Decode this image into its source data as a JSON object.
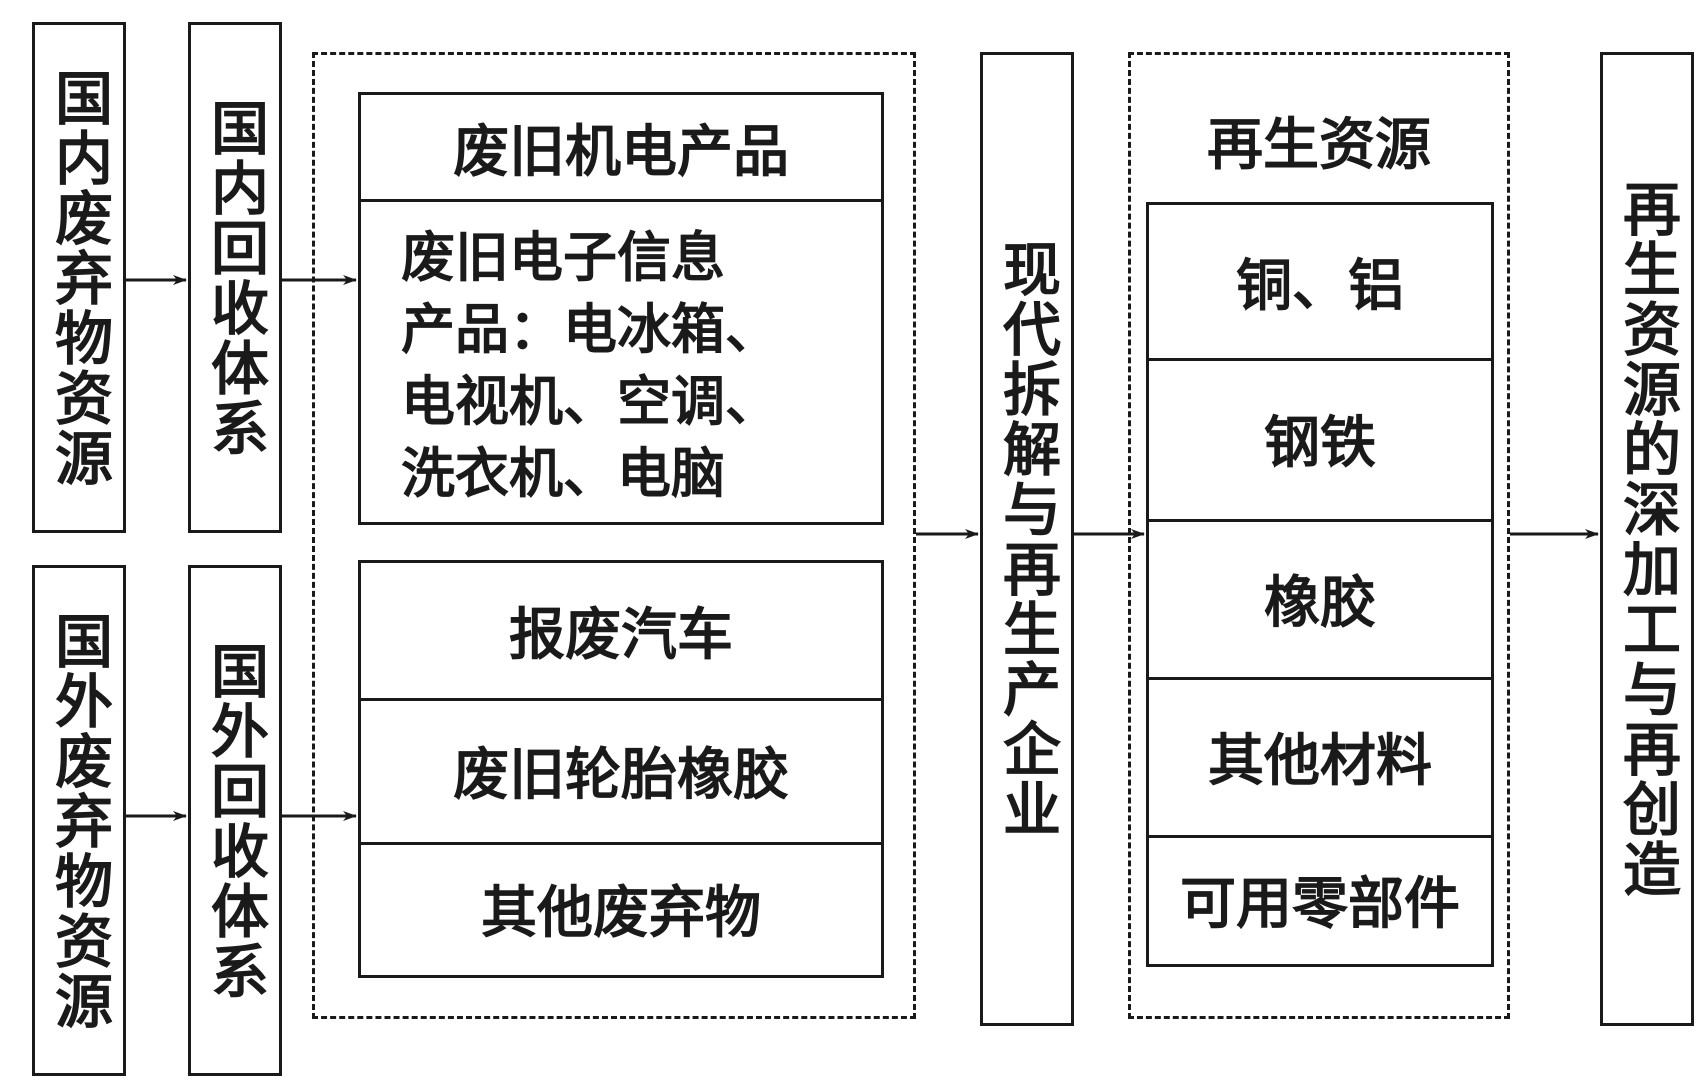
{
  "sources": {
    "domestic_waste": "国内废弃物资源",
    "foreign_waste": "国外废弃物资源",
    "domestic_recycling": "国内回收体系",
    "foreign_recycling": "国外回收体系"
  },
  "waste_group": {
    "box1_title": "废旧机电产品",
    "box1_detail": [
      "废旧电子信息",
      "产品：电冰箱、",
      "电视机、空调、",
      "洗衣机、电脑"
    ],
    "box2_items": [
      "报废汽车",
      "废旧轮胎橡胶",
      "其他废弃物"
    ]
  },
  "enterprise": "现代拆解与再生产企业",
  "resources": {
    "title": "再生资源",
    "items": [
      "铜、铝",
      "钢铁",
      "橡胶",
      "其他材料",
      "可用零部件"
    ]
  },
  "final": "再生资源的深加工与再创造"
}
